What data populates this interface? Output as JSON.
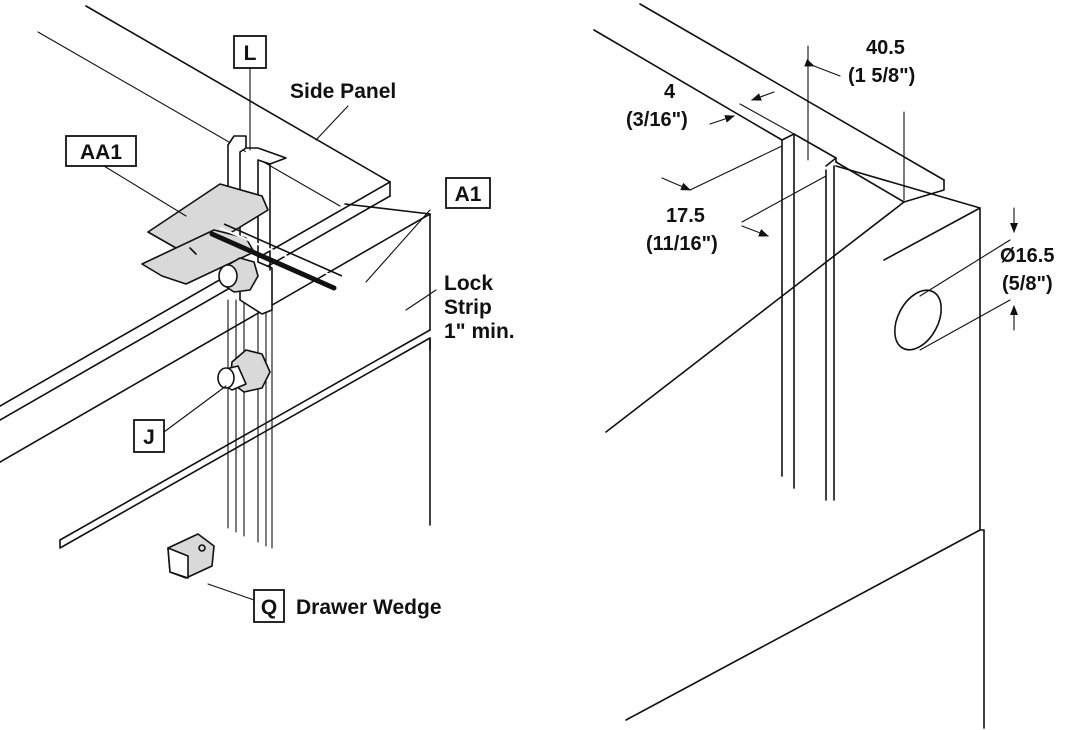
{
  "callouts": {
    "L": "L",
    "AA1": "AA1",
    "A1": "A1",
    "J": "J",
    "Q": "Q"
  },
  "labels": {
    "side_panel": "Side Panel",
    "lock_strip_line1": "Lock",
    "lock_strip_line2": "Strip",
    "lock_strip_line3": "1\" min.",
    "drawer_wedge": "Drawer Wedge"
  },
  "dimensions": {
    "d40_5": "40.5",
    "d40_5_in": "(1 5/8\")",
    "d4": "4",
    "d4_in": "(3/16\")",
    "d17_5": "17.5",
    "d17_5_in": "(11/16\")",
    "d16_5": "Ø16.5",
    "d16_5_in": "(5/8\")"
  },
  "colors": {
    "line": "#111111",
    "part_fill": "#d9d9d9",
    "background": "#ffffff"
  }
}
